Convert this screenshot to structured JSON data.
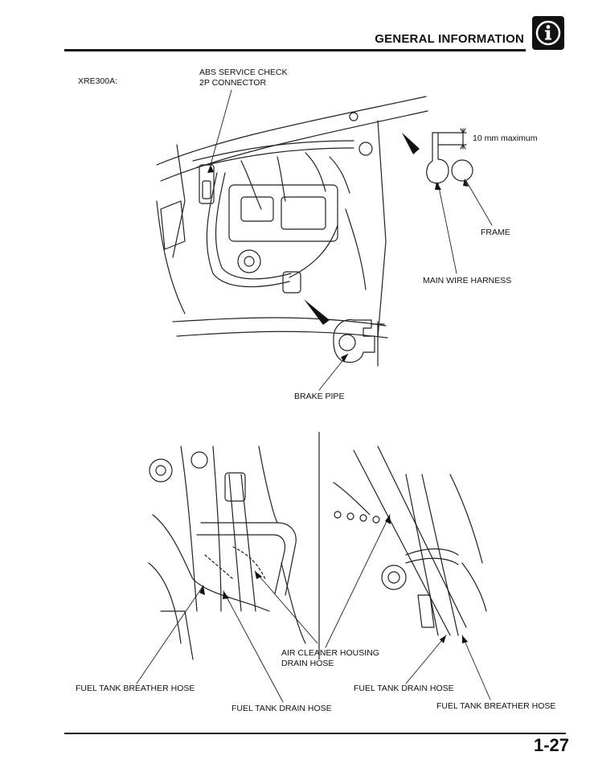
{
  "header": {
    "section_title": "GENERAL INFORMATION",
    "badge_icon": "info-icon"
  },
  "top_figure": {
    "model": "XRE300A:",
    "labels": {
      "abs_connector": "ABS SERVICE CHECK\n2P CONNECTOR",
      "clearance": "10 mm maximum",
      "frame": "FRAME",
      "main_wire_harness": "MAIN WIRE HARNESS",
      "brake_pipe": "BRAKE PIPE"
    }
  },
  "bottom_left_figure": {
    "labels": {
      "air_cleaner_drain": "AIR CLEANER HOUSING\nDRAIN HOSE",
      "fuel_tank_breather": "FUEL TANK BREATHER HOSE",
      "fuel_tank_drain": "FUEL TANK DRAIN HOSE"
    }
  },
  "bottom_right_figure": {
    "labels": {
      "fuel_tank_drain": "FUEL TANK DRAIN HOSE",
      "fuel_tank_breather": "FUEL TANK BREATHER HOSE"
    }
  },
  "footer": {
    "page_number": "1-27"
  }
}
